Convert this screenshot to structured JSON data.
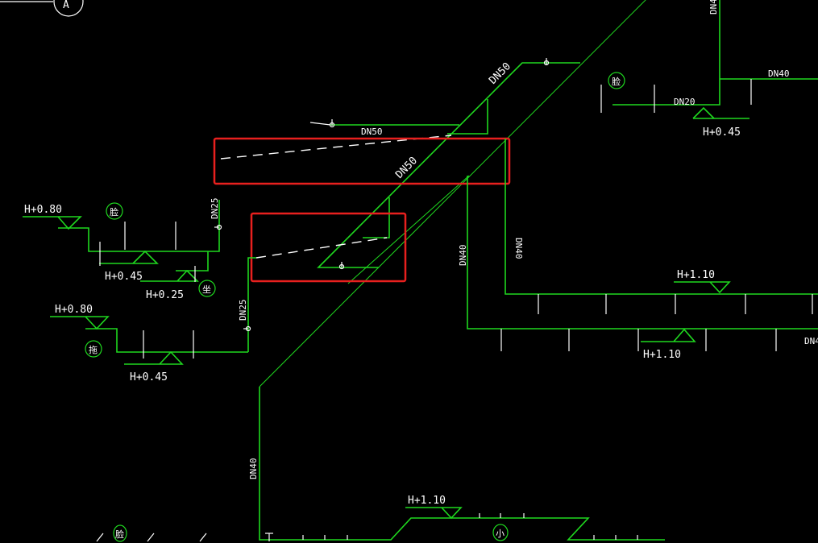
{
  "labels": {
    "dn50_top": "DN50",
    "dn50_horizontal": "DN50",
    "dn50_diag": "DN50",
    "dn25_upper": "DN25",
    "dn25_lower": "DN25",
    "dn40_mid": "DN40",
    "dn40_right": "DN40",
    "dn40_topright": "DN40",
    "dn40_rightedge": "DN4",
    "dn4_top": "DN4",
    "dn20": "DN20",
    "dn40_bottom": "DN40",
    "h080_a": "H+0.80",
    "h045_a": "H+0.45",
    "h025": "H+0.25",
    "h080_b": "H+0.80",
    "h045_b": "H+0.45",
    "h045_c": "H+0.45",
    "h110_a": "H+1.10",
    "h110_b": "H+1.10",
    "h110_c": "H+1.10"
  },
  "fixtures": {
    "washbasin_1": "脸",
    "toilet": "坐",
    "mop_sink": "拖",
    "washbasin_2": "脸",
    "urinal": "小",
    "washbasin_3": "脸",
    "axis_marker": "A"
  },
  "colors": {
    "pipe": "#1fd81f",
    "highlight": "#e8201e",
    "text": "#ffffff",
    "background": "#000000"
  }
}
